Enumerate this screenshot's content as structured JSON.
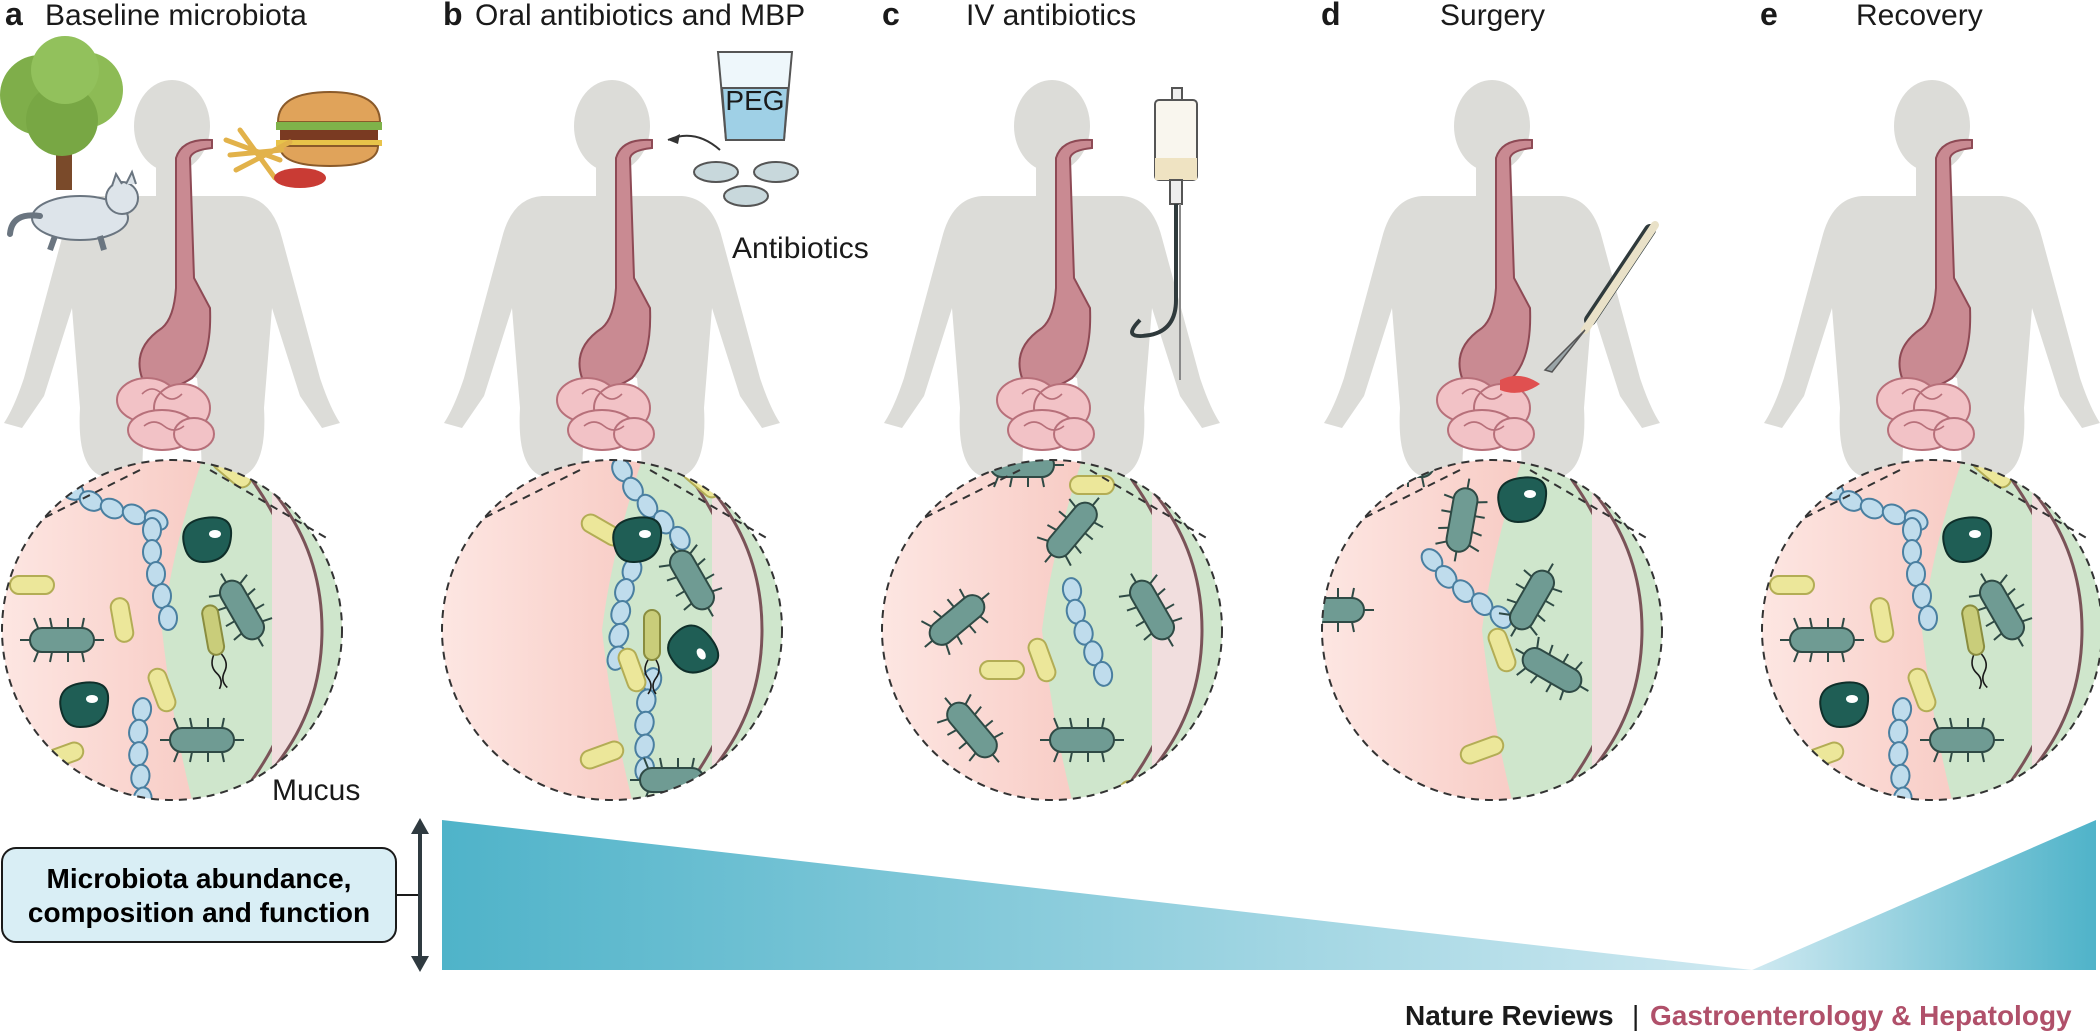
{
  "panels": [
    {
      "letter": "a",
      "title": "Baseline microbiota"
    },
    {
      "letter": "b",
      "title": "Oral antibiotics and MBP"
    },
    {
      "letter": "c",
      "title": "IV antibiotics"
    },
    {
      "letter": "d",
      "title": "Surgery"
    },
    {
      "letter": "e",
      "title": "Recovery"
    }
  ],
  "labels": {
    "peg": "PEG",
    "antibiotics": "Antibiotics",
    "mucus": "Mucus"
  },
  "abundance_box": {
    "line1": "Microbiota abundance,",
    "line2": "composition and function"
  },
  "abundance_levels": [
    1.0,
    0.6,
    0.3,
    0.0,
    1.0
  ],
  "credit": {
    "journal": "Nature Reviews",
    "separator": "|",
    "section": "Gastroenterology & Hepatology"
  },
  "colors": {
    "body": "#dcdcd8",
    "lumen": "#f6c9c2",
    "mucus_layer": "#cfe6cc",
    "gradient": "#4fb3c9",
    "box_fill": "#d9eef5",
    "credit_accent": "#b0506a"
  }
}
